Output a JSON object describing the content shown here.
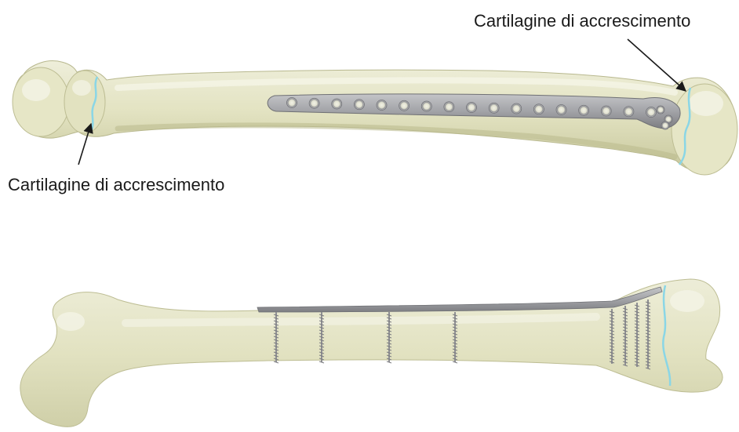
{
  "labels": {
    "growth_cartilage_distal": "Cartilagine di accrescimento",
    "growth_cartilage_proximal": "Cartilagine di accrescimento"
  },
  "colors": {
    "bone": "#e4e4c4",
    "bone_shade": "#c9c9a0",
    "bone_highlight": "#f3f3e3",
    "bone_outline": "#b9b98f",
    "growth_line": "#8ad6e6",
    "plate": "#a9aaad",
    "plate_dark": "#7f8084",
    "screw": "#8e8f93",
    "arrow": "#1a1a1a"
  },
  "icons": {
    "top_bone": "femur-anterior-view-icon",
    "bottom_bone": "femur-lateral-view-icon"
  },
  "plate": {
    "screw_holes_count": 17,
    "side_view_screws_count": 8
  }
}
